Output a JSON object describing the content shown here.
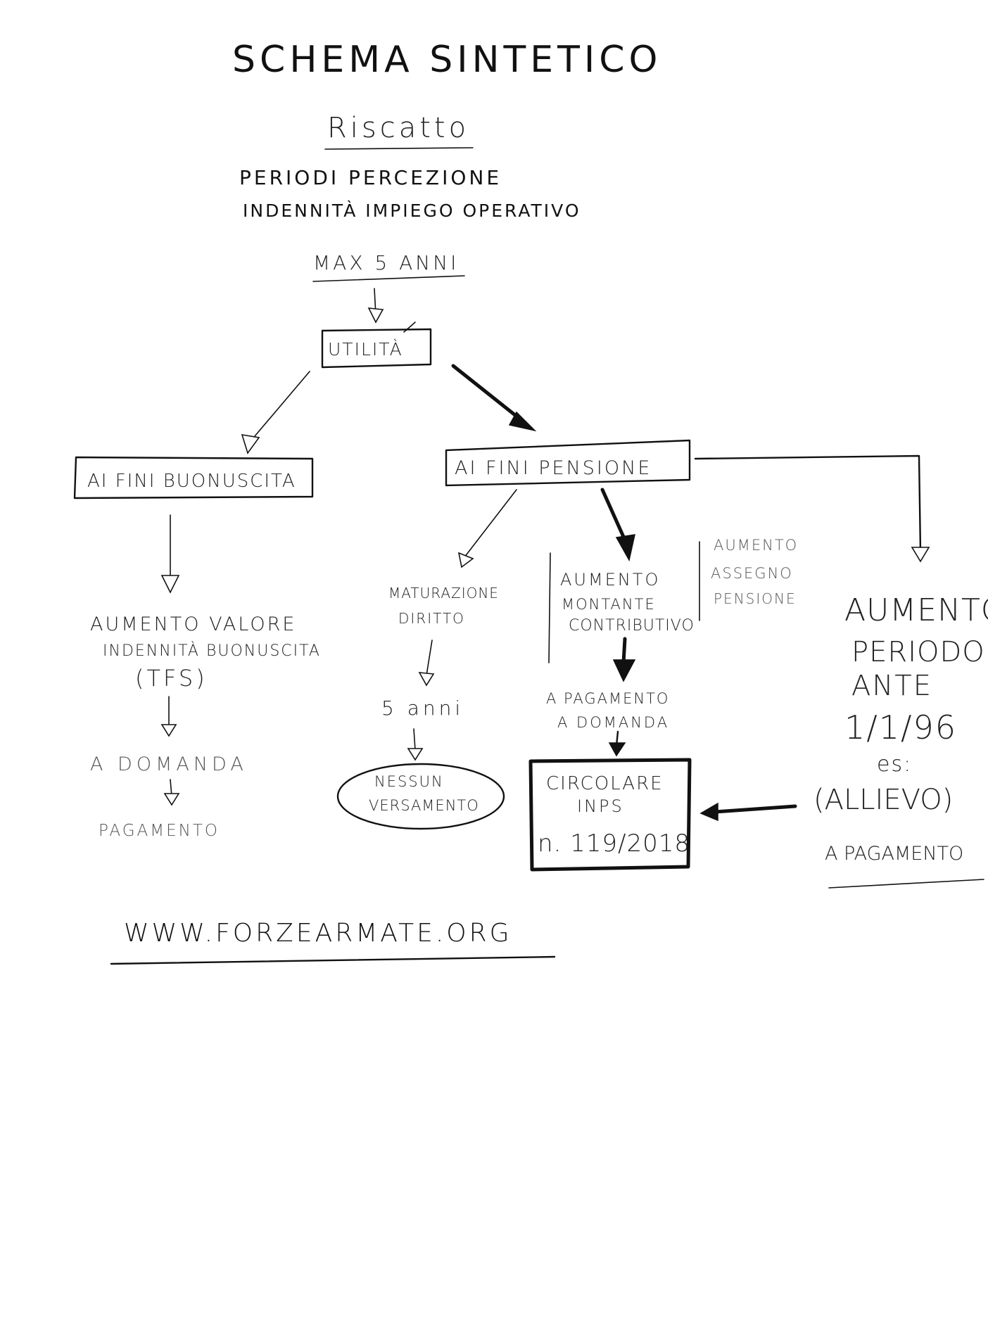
{
  "title": "Schema sintetico",
  "topic": "Riscatto",
  "subtitle_lines": [
    "Periodi percezione",
    "indennità impiego operativo"
  ],
  "max_label": "Max 5 anni",
  "utilita": "Utilità",
  "left_branch": {
    "box": "Ai fini buonuscita",
    "result_lines": [
      "Aumento valore",
      "indennità buonuscita",
      "(TFS)"
    ],
    "a_domanda": "A domanda",
    "pagamento": "Pagamento"
  },
  "center_branch": {
    "box": "Ai fini pensione",
    "maturazione_lines": [
      "Maturazione",
      "diritto"
    ],
    "cinque_anni": "5 anni",
    "nessun_lines": [
      "Nessun",
      "versamento"
    ],
    "montante_lines": [
      "Aumento",
      "montante",
      "contributivo"
    ],
    "assegno_lines": [
      "Aumento",
      "assegno",
      "pensione"
    ],
    "pagamento_lines": [
      "A pagamento",
      "a domanda"
    ],
    "circolare_lines": [
      "Circolare",
      "INPS"
    ],
    "circolare_number": "n. 119/2018"
  },
  "right_branch": {
    "result_lines": [
      "Aumento",
      "periodo",
      "ante",
      "1/1/96"
    ],
    "es": "es:",
    "allievo": "(allievo)",
    "a_pagamento": "A pagamento"
  },
  "footer_url": "www.forzearmate.org"
}
